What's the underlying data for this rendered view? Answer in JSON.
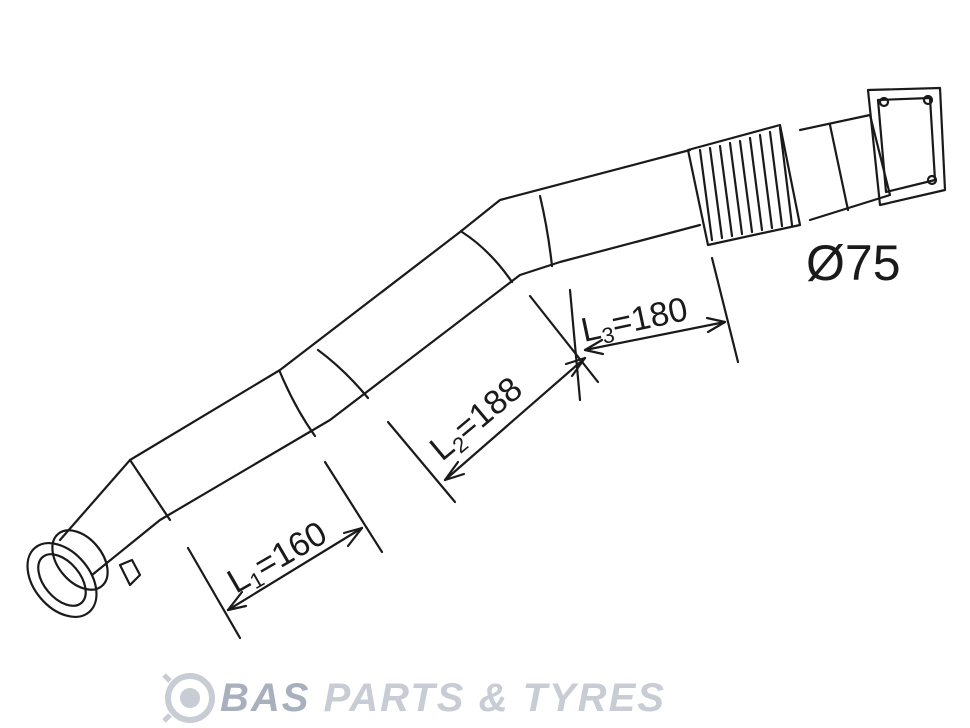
{
  "diagram": {
    "diameter_label": "Ø75",
    "dimensions": [
      {
        "prefix": "L",
        "sub": "1",
        "value": "=160"
      },
      {
        "prefix": "L",
        "sub": "2",
        "value": "=188"
      },
      {
        "prefix": "L",
        "sub": "3",
        "value": "=180"
      }
    ]
  },
  "watermark": {
    "brand_strong": "BAS",
    "brand_rest": "PARTS & TYRES"
  },
  "colors": {
    "line": "#1a1a1a",
    "watermark": "#c8ccd4"
  }
}
